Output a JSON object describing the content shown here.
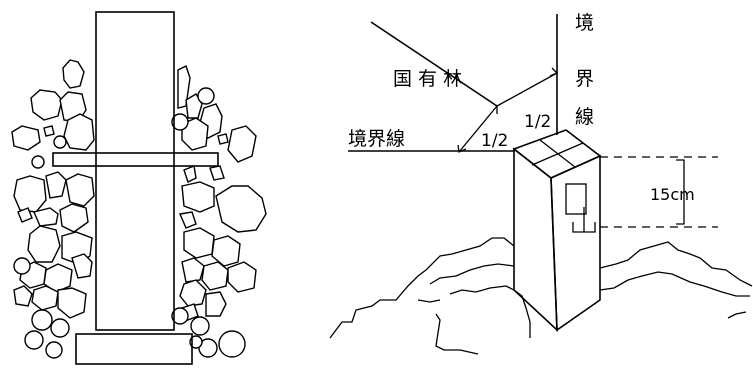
{
  "labels": {
    "kokuyurin": "国 有 林",
    "kyokaisen_left": "境界線",
    "kyokaisen_vertical": [
      "境",
      "界",
      "線"
    ],
    "half_lower": "1/2",
    "half_upper": "1/2",
    "height": "15cm",
    "post_mark": "山"
  }
}
